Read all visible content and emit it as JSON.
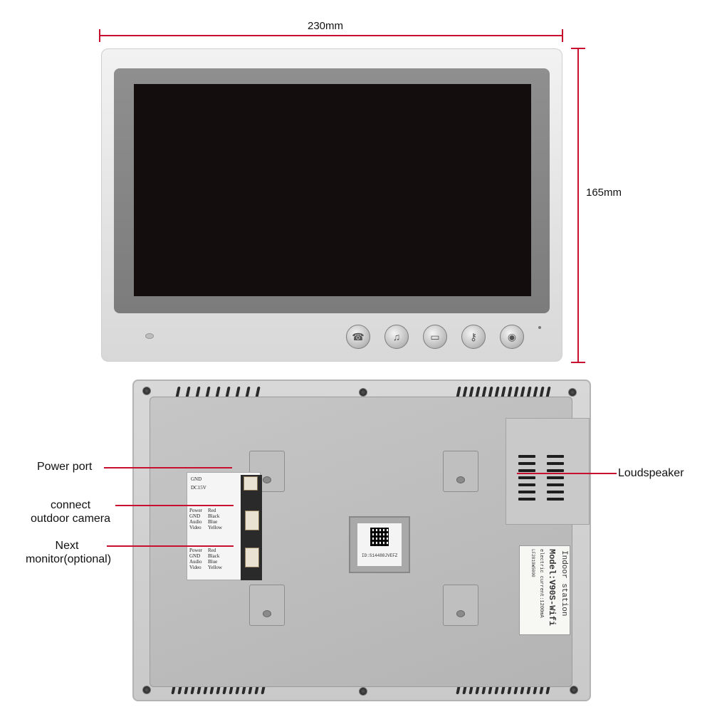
{
  "dimensions": {
    "width_label": "230mm",
    "height_label": "165mm"
  },
  "front_panel": {
    "buttons": [
      {
        "icon": "intercom-icon",
        "glyph": "☎"
      },
      {
        "icon": "music-note-icon",
        "glyph": "♫"
      },
      {
        "icon": "monitor-icon",
        "glyph": "▭"
      },
      {
        "icon": "door-unlock-icon",
        "glyph": "⚷"
      },
      {
        "icon": "camera-icon",
        "glyph": "◉"
      }
    ]
  },
  "callouts": {
    "power_port": "Power port",
    "outdoor_camera_line1": "connect",
    "outdoor_camera_line2": "outdoor camera",
    "next_monitor_line1": "Next",
    "next_monitor_line2": "monitor(optional)",
    "loudspeaker": "Loudspeaker"
  },
  "wiring_label": {
    "power_block": [
      "GND",
      "DC15V"
    ],
    "camera_block": [
      [
        "Power",
        "Red"
      ],
      [
        "GND",
        "Black"
      ],
      [
        "Audio",
        "Blue"
      ],
      [
        "Video",
        "Yellow"
      ]
    ],
    "monitor_block": [
      [
        "Power",
        "Red"
      ],
      [
        "GND",
        "Black"
      ],
      [
        "Audio",
        "Blue"
      ],
      [
        "Video",
        "Yellow"
      ]
    ]
  },
  "qr_sticker": {
    "id_text": "ID:S14488JVEFZ"
  },
  "rating_tag": {
    "line1": "Indoor station",
    "line2": "Model:V90S-Wifi",
    "line3": "electric current:1200mA",
    "line4": "LF2019W5000"
  },
  "colors": {
    "callout_red": "#c8102e",
    "screen": "#140d0e"
  }
}
